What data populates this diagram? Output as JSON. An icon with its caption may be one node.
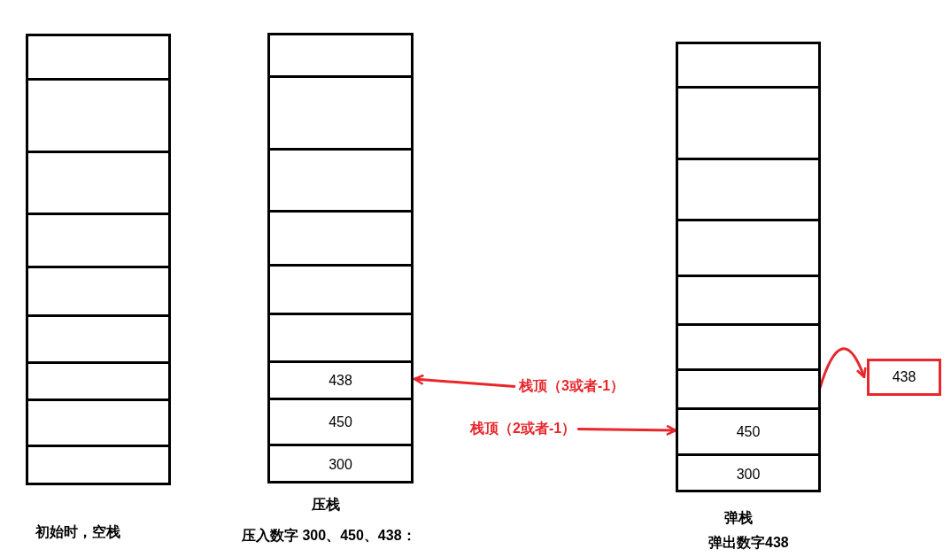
{
  "diagram": {
    "nodes": [
      {
        "text": [],
        "shape": "box"
      },
      {
        "text": [],
        "shape": "box",
        "in": 0
      },
      {
        "text": [],
        "shape": "box",
        "in": 0
      },
      {
        "text": [],
        "shape": "box",
        "in": 0
      },
      {
        "text": [],
        "shape": "box",
        "in": 0
      },
      {
        "text": [],
        "shape": "box",
        "in": 0
      },
      {
        "text": [],
        "shape": "box",
        "in": 0
      },
      {
        "text": [],
        "shape": "box",
        "in": 0
      },
      {
        "text": [],
        "shape": "box",
        "in": 0
      },
      {
        "text": [],
        "shape": "box",
        "in": 0
      },
      {
        "text": [],
        "shape": "box"
      },
      {
        "text": [],
        "shape": "box",
        "in": 10
      },
      {
        "text": [],
        "shape": "box",
        "in": 10
      },
      {
        "text": [],
        "shape": "box",
        "in": 10
      },
      {
        "text": [],
        "shape": "box",
        "in": 10
      },
      {
        "text": [],
        "shape": "box",
        "in": 10
      },
      {
        "text": [],
        "shape": "box",
        "in": 10
      },
      {
        "text": [
          "438"
        ],
        "in": 10
      },
      {
        "text": [
          "450"
        ],
        "in": 10
      },
      {
        "text": [
          "300"
        ],
        "in": 10
      },
      {
        "text": [
          "栈顶（3或者-1）"
        ]
      },
      {
        "text": [
          "栈顶（2或者-1）"
        ]
      },
      {
        "text": [],
        "shape": "box"
      },
      {
        "text": [],
        "shape": "box",
        "in": 22
      },
      {
        "text": [],
        "shape": "box",
        "in": 22
      },
      {
        "text": [],
        "shape": "box",
        "in": 22
      },
      {
        "text": [],
        "shape": "box",
        "in": 22
      },
      {
        "text": [],
        "shape": "box",
        "in": 22
      },
      {
        "text": [],
        "shape": "box",
        "in": 22
      },
      {
        "text": [],
        "shape": "box",
        "in": 22
      },
      {
        "text": [
          "450"
        ],
        "in": 22
      },
      {
        "text": [
          "300"
        ],
        "in": 22
      },
      {
        "text": [
          "438"
        ]
      }
    ],
    "edges": [
      {
        "from": 20,
        "to": 17,
        "arrow": "to"
      },
      {
        "from": 21,
        "to": 30,
        "arrow": "to"
      },
      {
        "from": 29,
        "to": 32,
        "arrow": "to"
      }
    ],
    "labels": [
      "压栈",
      "初始时，空栈",
      "弹栈",
      "压入数字 300、450、438：",
      "弹出数字438"
    ]
  }
}
